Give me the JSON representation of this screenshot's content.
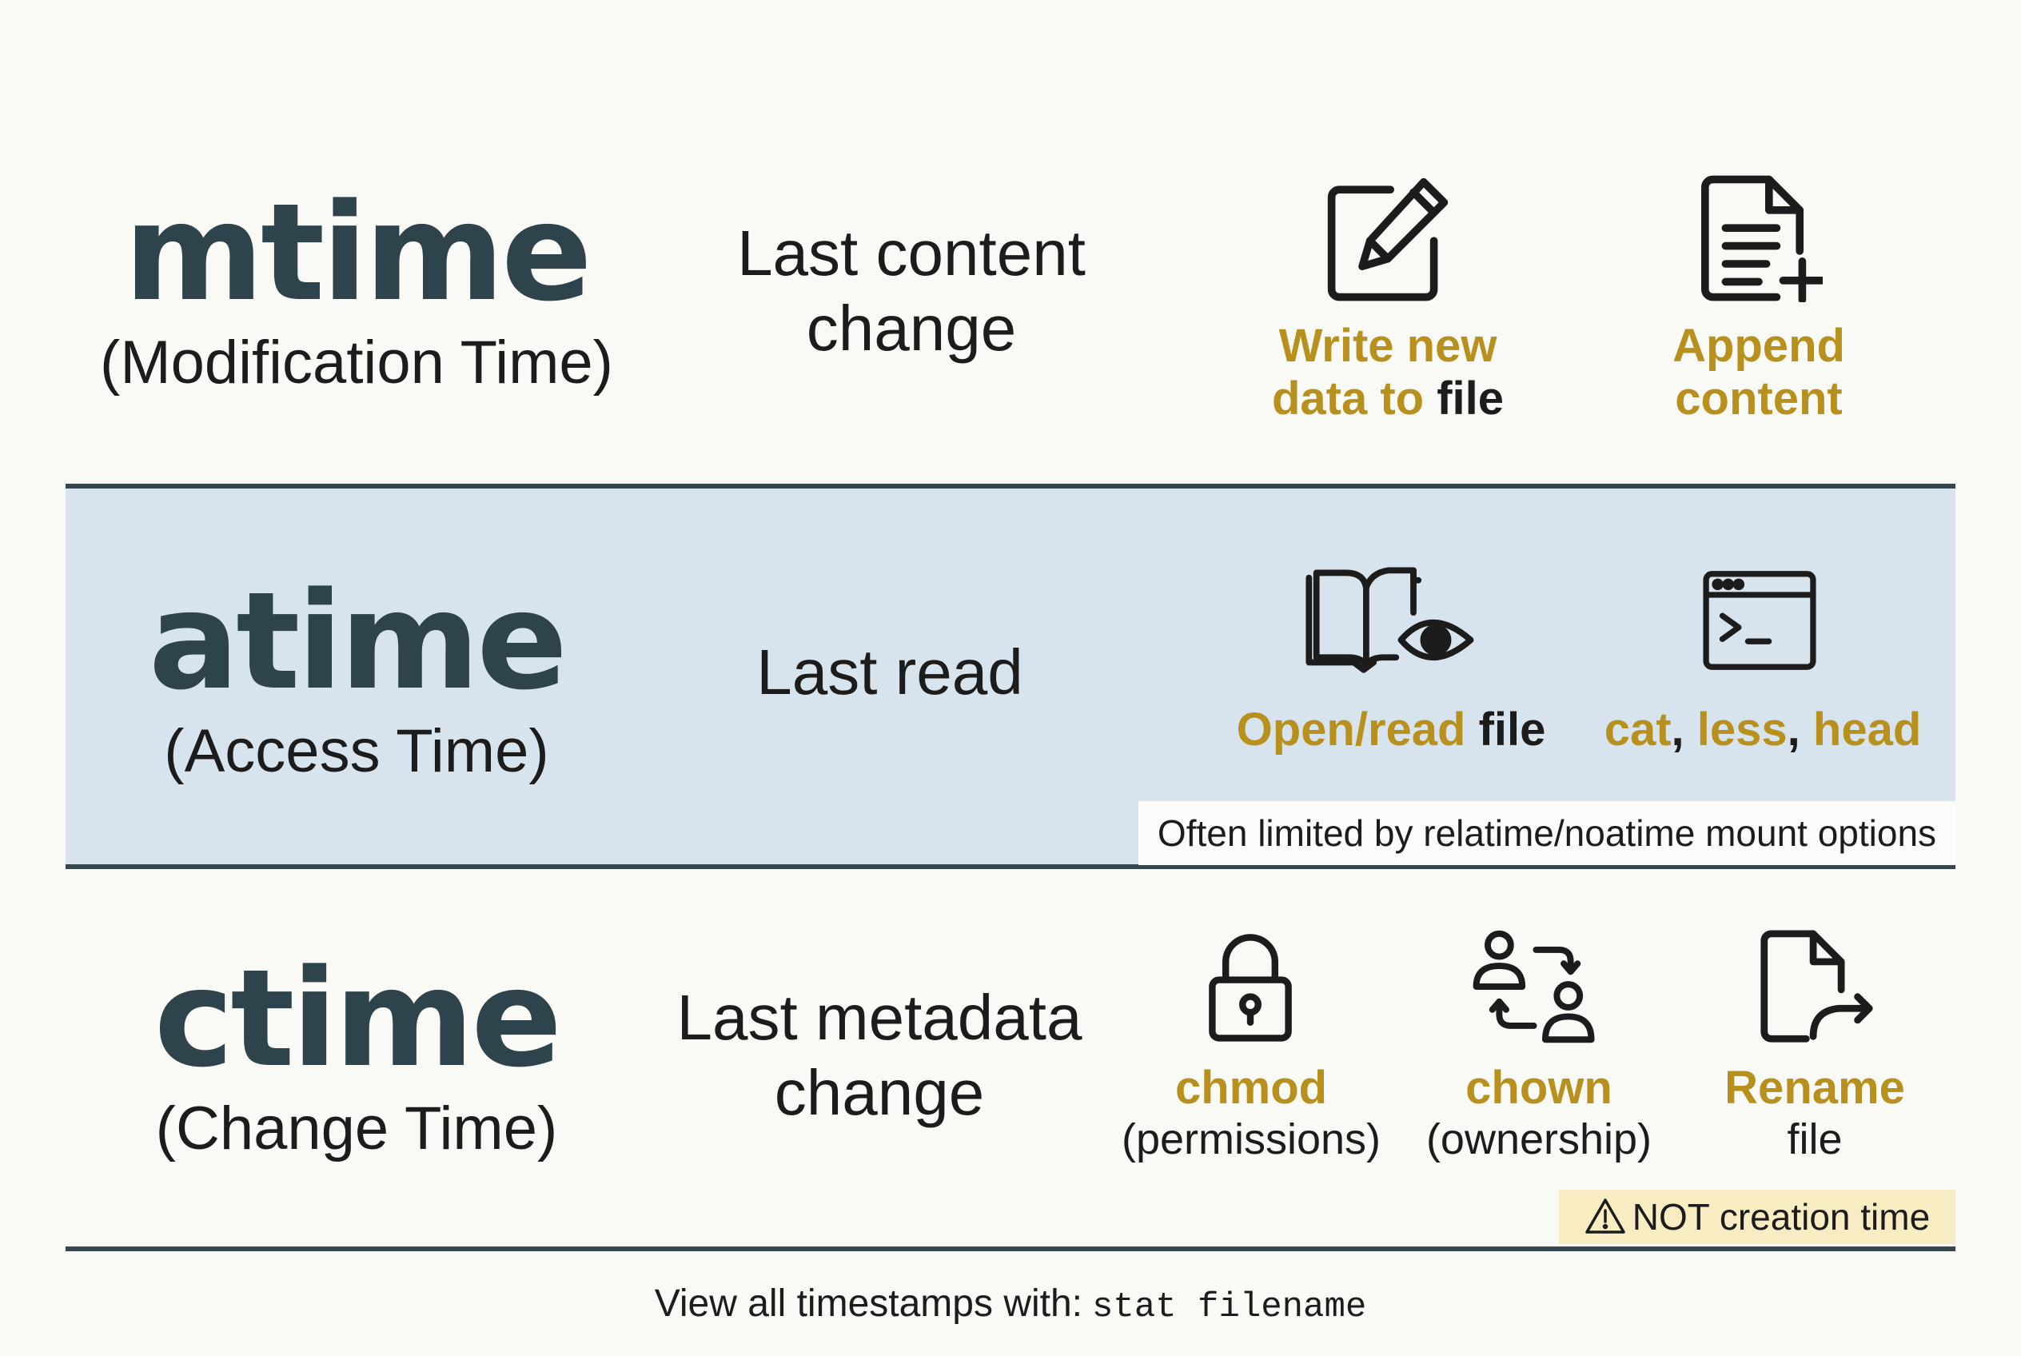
{
  "rows": {
    "mtime": {
      "name": "mtime",
      "full_name": "(Modification Time)",
      "description_lines": [
        "Last content",
        "change"
      ],
      "examples": [
        {
          "icon": "edit-pencil-icon",
          "label_parts": [
            {
              "text": "Write new",
              "style": "accent"
            },
            {
              "text": "data to ",
              "style": "accent"
            },
            {
              "text": "file",
              "style": "dark"
            }
          ]
        },
        {
          "icon": "document-plus-icon",
          "label_parts": [
            {
              "text": "Append",
              "style": "accent"
            },
            {
              "text": "content",
              "style": "accent"
            }
          ]
        }
      ]
    },
    "atime": {
      "name": "atime",
      "full_name": "(Access Time)",
      "description_lines": [
        "Last read"
      ],
      "examples": [
        {
          "icon": "book-eye-icon",
          "label_parts": [
            {
              "text": "Open/read",
              "style": "accent"
            },
            {
              "text": " file",
              "style": "dark"
            }
          ]
        },
        {
          "icon": "terminal-icon",
          "label_parts": [
            {
              "text": "cat",
              "style": "accent"
            },
            {
              "text": ", ",
              "style": "dark"
            },
            {
              "text": "less",
              "style": "accent"
            },
            {
              "text": ", ",
              "style": "dark"
            },
            {
              "text": "head",
              "style": "accent"
            }
          ]
        }
      ],
      "note": "Often limited by relatime/noatime mount options"
    },
    "ctime": {
      "name": "ctime",
      "full_name": "(Change Time)",
      "description_lines": [
        "Last metadata",
        "change"
      ],
      "examples": [
        {
          "icon": "padlock-icon",
          "label": "chmod",
          "sublabel": "(permissions)"
        },
        {
          "icon": "users-swap-icon",
          "label": "chown",
          "sublabel": "(ownership)"
        },
        {
          "icon": "file-arrow-icon",
          "label": "Rename",
          "sublabel": "file"
        }
      ],
      "note": "NOT creation time",
      "note_icon": "warning-triangle-icon"
    }
  },
  "footer": {
    "text": "View all timestamps with:",
    "command": "stat filename"
  },
  "colors": {
    "term": "#2e434b",
    "accent": "#b8901e",
    "band": "#d8e4ed",
    "rule": "#34474f",
    "warning_bg": "#f8ecc2"
  }
}
